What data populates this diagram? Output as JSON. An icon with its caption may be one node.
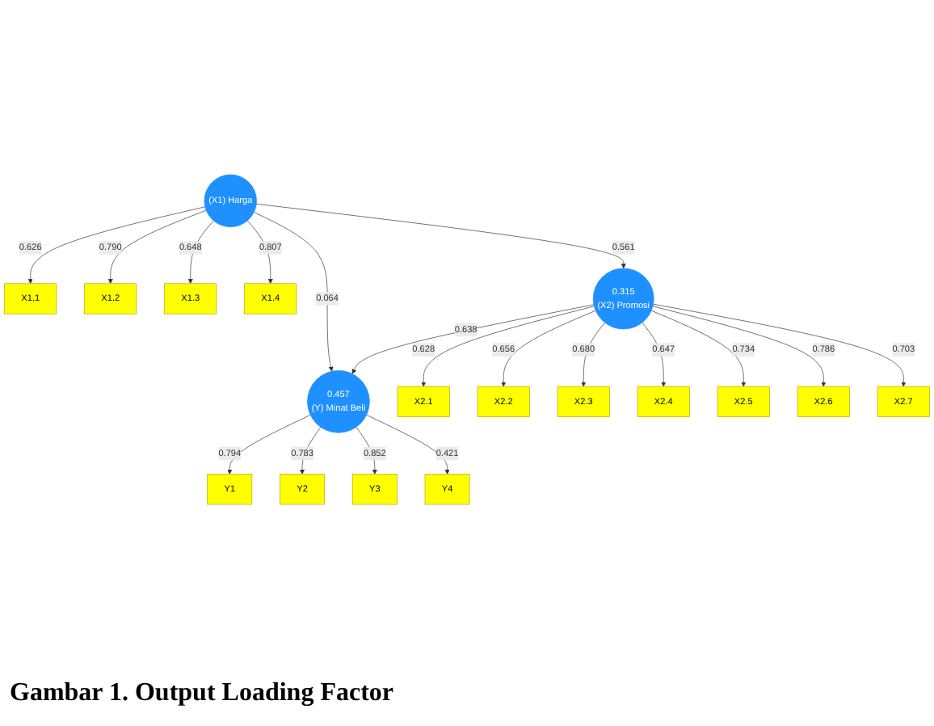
{
  "diagram": {
    "caption": "Gambar 1. Output Loading Factor",
    "nodes": [
      {
        "text": [
          "X1.1"
        ]
      },
      {
        "text": [
          "X1.2"
        ]
      },
      {
        "text": [
          "X1.3"
        ]
      },
      {
        "text": [
          "X1.4"
        ]
      },
      {
        "text": [
          "(X1) Harga"
        ]
      },
      {
        "text": [
          "0.457",
          "(Y) Minat Beli"
        ]
      },
      {
        "text": [
          "Y1"
        ]
      },
      {
        "text": [
          "Y2"
        ]
      },
      {
        "text": [
          "Y3"
        ]
      },
      {
        "text": [
          "Y4"
        ]
      },
      {
        "text": [
          "0.315",
          "(X2) Promosi"
        ]
      },
      {
        "text": [
          "X2.1"
        ]
      },
      {
        "text": [
          "X2.2"
        ]
      },
      {
        "text": [
          "X2.3"
        ]
      },
      {
        "text": [
          "X2.4"
        ]
      },
      {
        "text": [
          "X2.5"
        ]
      },
      {
        "text": [
          "X2.6"
        ]
      },
      {
        "text": [
          "X2.7"
        ]
      }
    ],
    "edges": [
      {
        "from": 4,
        "to": 0,
        "arrow": "to",
        "label": "0.626"
      },
      {
        "from": 4,
        "to": 1,
        "arrow": "to",
        "label": "0.790"
      },
      {
        "from": 4,
        "to": 2,
        "arrow": "to",
        "label": "0.648"
      },
      {
        "from": 4,
        "to": 3,
        "arrow": "to",
        "label": "0.807"
      },
      {
        "from": 4,
        "to": 5,
        "arrow": "to",
        "label": "0.064"
      },
      {
        "from": 4,
        "to": 10,
        "arrow": "to",
        "label": "0.561"
      },
      {
        "from": 10,
        "to": 5,
        "arrow": "to",
        "label": "0.638"
      },
      {
        "from": 5,
        "to": 6,
        "arrow": "to",
        "label": "0.794"
      },
      {
        "from": 5,
        "to": 7,
        "arrow": "to",
        "label": "0.783"
      },
      {
        "from": 5,
        "to": 8,
        "arrow": "to",
        "label": "0.852"
      },
      {
        "from": 5,
        "to": 9,
        "arrow": "to",
        "label": "0.421"
      },
      {
        "from": 10,
        "to": 11,
        "arrow": "to",
        "label": "0.628"
      },
      {
        "from": 10,
        "to": 12,
        "arrow": "to",
        "label": "0.656"
      },
      {
        "from": 10,
        "to": 13,
        "arrow": "to",
        "label": "0.680"
      },
      {
        "from": 10,
        "to": 14,
        "arrow": "to",
        "label": "0.647"
      },
      {
        "from": 10,
        "to": 15,
        "arrow": "to",
        "label": "0.734"
      },
      {
        "from": 10,
        "to": 16,
        "arrow": "to",
        "label": "0.786"
      },
      {
        "from": 10,
        "to": 17,
        "arrow": "to",
        "label": "0.703"
      }
    ]
  }
}
